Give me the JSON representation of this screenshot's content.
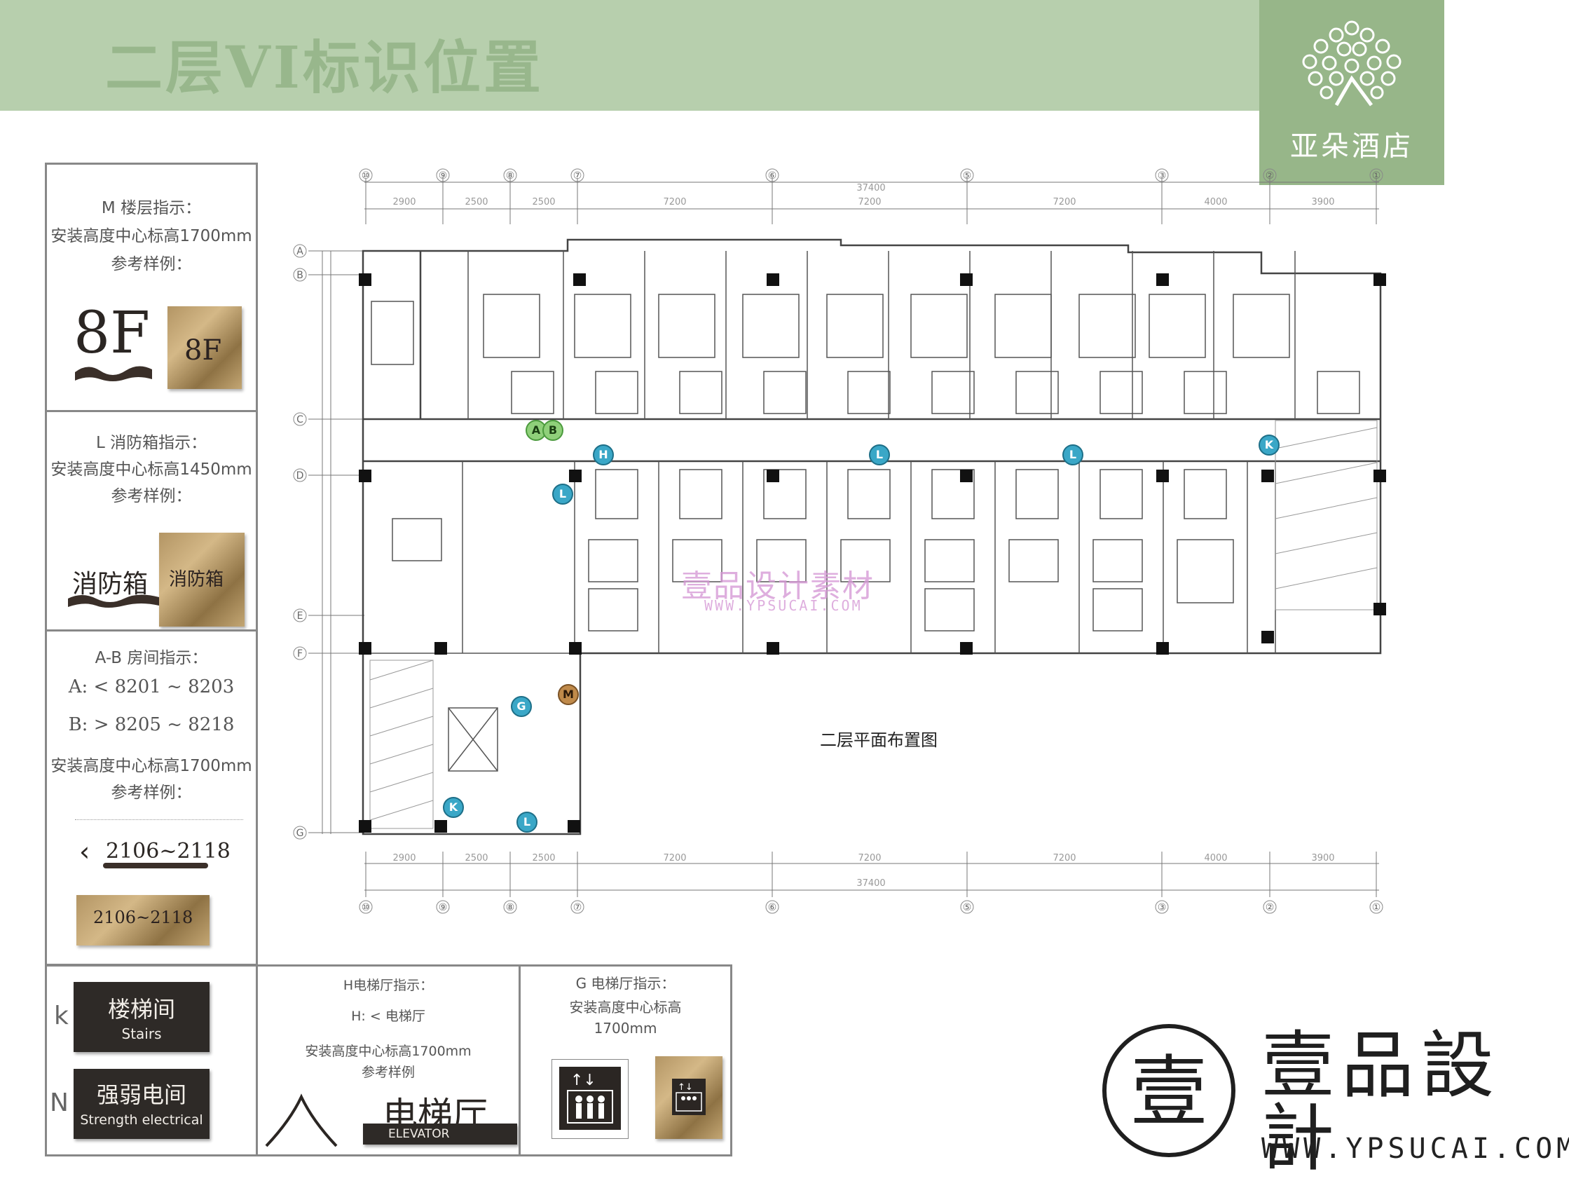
{
  "page": {
    "title": "二层VI标识位置",
    "logo_name": "亚朵酒店"
  },
  "panels": {
    "m": {
      "heading": "M 楼层指示：",
      "height": "安装高度中心标高1700mm",
      "sample": "参考样例：",
      "sign_text": "8F"
    },
    "l": {
      "heading": "L 消防箱指示：",
      "height": "安装高度中心标高1450mm",
      "sample": "参考样例：",
      "sign_text": "消防箱"
    },
    "ab": {
      "heading": "A-B 房间指示：",
      "line_a": "A: < 8201 ~ 8203",
      "line_b": "B: > 8205 ~ 8218",
      "height": "安装高度中心标高1700mm",
      "sample": "参考样例：",
      "sign_text": "2106~2118"
    },
    "kn": {
      "k_letter": "k",
      "k_cn": "楼梯间",
      "k_en": "Stairs",
      "n_letter": "N",
      "n_cn": "强弱电间",
      "n_en": "Strength electrical"
    },
    "h": {
      "heading": "H电梯厅指示：",
      "line": "H: < 电梯厅",
      "height": "安装高度中心标高1700mm",
      "sample": "参考样例",
      "sign_cn": "电梯厅",
      "sign_en": "ELEVATOR"
    },
    "g": {
      "heading": "G 电梯厅指示：",
      "height_1": "安装高度中心标高",
      "height_2": "1700mm"
    }
  },
  "plan": {
    "caption": "二层平面布置图",
    "total_dim": "37400",
    "top_axes": [
      "⑩",
      "⑨",
      "⑧",
      "⑦",
      "⑥",
      "⑤",
      "③",
      "②",
      "①"
    ],
    "side_axes": [
      "A",
      "B",
      "C",
      "D",
      "E",
      "F",
      "G"
    ],
    "segment_dims": [
      "2900",
      "2500",
      "2500",
      "7200",
      "7200",
      "7200",
      "4000",
      "3900"
    ],
    "markers": [
      "A",
      "B",
      "H",
      "L",
      "L",
      "L",
      "K",
      "M",
      "G",
      "K",
      "L"
    ],
    "watermark": "壹品设计素材",
    "watermark_url": "WWW.YPSUCAI.COM"
  },
  "brand": {
    "text": "壹品設計",
    "url": "WWW.YPSUCAI.COM",
    "seal_char": "壹"
  }
}
